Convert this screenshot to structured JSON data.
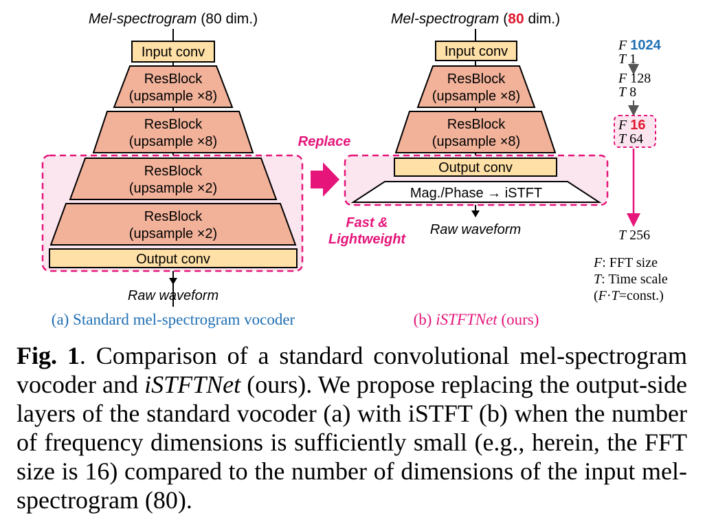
{
  "colors": {
    "res_fill": "#f2b29a",
    "conv_fill": "#ffe0a6",
    "region_fill": "#fbe6f0",
    "magenta": "#e5157a",
    "blue": "#1f6fb4",
    "red": "#e0182f"
  },
  "panel_a": {
    "input_label_main": "Mel-spectrogram",
    "input_label_dim": "(80 dim.)",
    "input_conv": "Input conv",
    "blocks": [
      {
        "line1": "ResBlock",
        "line2": "(upsample ×8)"
      },
      {
        "line1": "ResBlock",
        "line2": "(upsample ×8)"
      },
      {
        "line1": "ResBlock",
        "line2": "(upsample ×2)"
      },
      {
        "line1": "ResBlock",
        "line2": "(upsample ×2)"
      }
    ],
    "output_conv": "Output conv",
    "output_label": "Raw waveform",
    "caption": "(a) Standard mel-spectrogram vocoder"
  },
  "replace_label": "Replace",
  "fast_label_1": "Fast &",
  "fast_label_2": "Lightweight",
  "panel_b": {
    "input_label_main": "Mel-spectrogram",
    "input_label_open": "(",
    "input_label_num": "80",
    "input_label_close": " dim.)",
    "input_conv": "Input conv",
    "blocks": [
      {
        "line1": "ResBlock",
        "line2": "(upsample ×8)"
      },
      {
        "line1": "ResBlock",
        "line2": "(upsample ×8)"
      }
    ],
    "output_conv": "Output conv",
    "istft": "Mag./Phase → iSTFT",
    "output_label": "Raw waveform",
    "caption_prefix": "(b) ",
    "caption_name": "iSTFTNet",
    "caption_suffix": " (ours)"
  },
  "scale": {
    "f1_label": "F",
    "f1_value": "1024",
    "t1_label": "T",
    "t1_value": "1",
    "f2_label": "F",
    "f2_value": "128",
    "t2_label": "T",
    "t2_value": "8",
    "f3_label": "F",
    "f3_value": "16",
    "t3_label": "T",
    "t3_value": "64",
    "t4_label": "T",
    "t4_value": "256",
    "legend_f_sym": "F",
    "legend_f_text": ": FFT size",
    "legend_t_sym": "T",
    "legend_t_text": ": Time scale",
    "legend_const_open": "(",
    "legend_const_f": "F",
    "legend_const_dot": "·",
    "legend_const_t": "T",
    "legend_const_text": "=const.)"
  },
  "figure_caption": {
    "fig_label": "Fig. 1",
    "line1": ".   Comparison of a standard convolutional mel-spectrogram vocoder and ",
    "name": "iSTFTNet",
    "line2": " (ours).  We propose replacing the output-side layers of the standard vocoder (a) with iSTFT (b) when the number of frequency dimensions is sufficiently small (e.g., herein, the FFT size is 16) compared to the number of dimensions of the input mel-spectrogram (80)."
  }
}
